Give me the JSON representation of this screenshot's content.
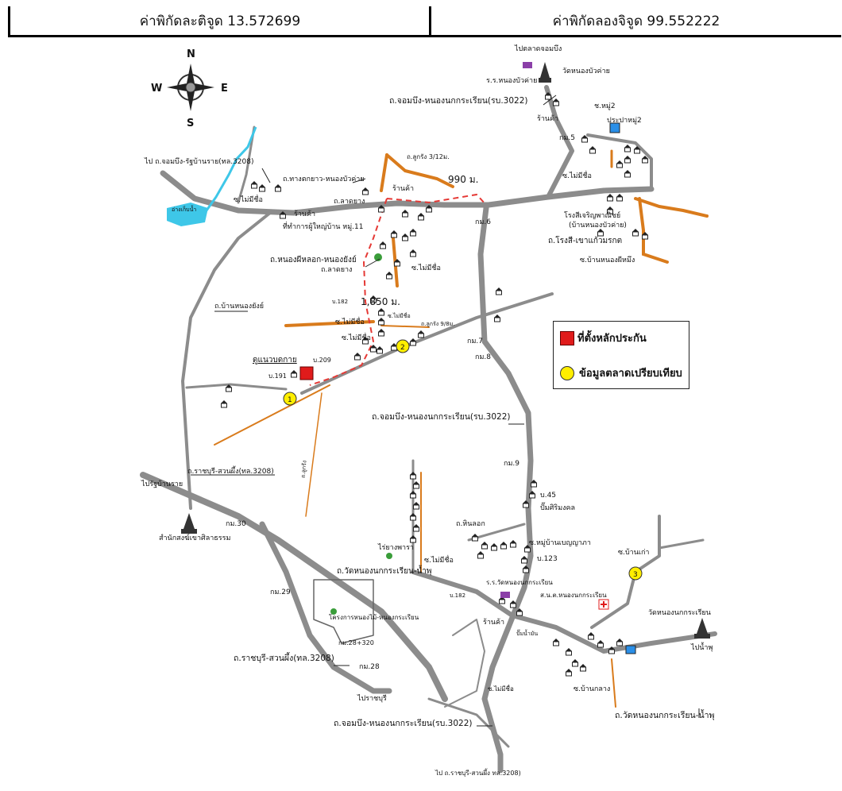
{
  "header": {
    "latitude": "ค่าพิกัดละติจูด 13.572699",
    "longitude": "ค่าพิกัดลองจิจูด 99.552222"
  },
  "compass": {
    "n": "N",
    "s": "S",
    "e": "E",
    "w": "W"
  },
  "labels": {
    "to_market_jombueng": "ไปตลาดจอมบึง",
    "school_nong_bua_khai": "ร.ร.หนองบัวค่าย",
    "wat_nong_bua_khai": "วัดหนองบัวค่าย",
    "road_3022_top": "ถ.จอมบึง-หนองนกกระเรียน(รบ.3022)",
    "shop_top_right": "ร้านค้า",
    "health_moo2": "ช.หมู่2",
    "water_moo2": "ประปาหมู่2",
    "km5": "กม.5",
    "road_3208_left": "ไป ถ.จอมบึง-รัฐบ้านราย(ทล.3208)",
    "road_tang_kok_sao": "ถ.ทางตกยาว-หนองบัวค่าย",
    "road_lukrang": "ถ.ลูกรัง 3/12ม.",
    "distance_990": "990 ม.",
    "shop_a": "ร้านค้า",
    "soi_mai_mi_chue_1": "ซ.ไม่มีชื่อ",
    "road_lad_yang_1": "ถ.ลาดยาง",
    "shop_b": "ร้านค้า",
    "village_head_office": "ที่ทำการผู้ใหญ่บ้าน หมู่.11",
    "reservoir": "อ่างเก็บน้ำ",
    "km6": "กม.6",
    "factory": "โรงสีเจริญพาณิชย์",
    "factory_sub": "(บ้านหนองบัวค่าย)",
    "road_rongsi": "ถ.โรงสี-เขาแก้วมรกต",
    "soi_nong_phi": "ซ.บ้านหนองผีหมึง",
    "soi_mai_mi_chue_2": "ซ.ไม่มีชื่อ",
    "road_nong_pho": "ถ.หนองผีหลอก-หนองยังย์",
    "road_lad_yang_2": "ถ.ลาดยาง",
    "soi_mai_mi_chue_3": "ซ.ไม่มีชื่อ",
    "house_182": "บ.182",
    "distance_1850": "1,850 ม.",
    "soi_ban_nong_ong": "ถ.บ้านหนองยังย์",
    "soi_mai_mi_chue_4": "ซ.ไม่มีชื่อ",
    "soi_mai_mi_chue_5": "ซ.ไม่มีชื่อ",
    "soi_mai_mi_chue_6": "ซ.ไม่มีชื่อ",
    "road_lukrang_2": "ถ.ลูกรัง 9/8ม.",
    "km7": "กม.7",
    "km8": "กม.8",
    "house_191": "บ.191",
    "house_209": "บ.209",
    "collateral_label": "ดูแนวบดกาย",
    "road_3022_mid": "ถ.จอมบึง-หนองนกกระเรียน(รบ.3022)",
    "road_3208_mid": "ถ.ราชบุรี-สวนผึ้ง(ทล.3208)",
    "to_rat_ban": "ไปรัฐบ้านราย",
    "km9": "กม.9",
    "road_lukrang_3": "ถ.ลูกรัง",
    "temple_monastery": "สำนักสงฆ์เขาศิลาธรรม",
    "km30": "กม.30",
    "house_45": "บ.45",
    "mini_mart": "ปั๊มศิริมงคล",
    "road_hin_lad": "ถ.หินลอก",
    "soi_ban_benjaphat": "ซ.หมู่บ้านเบญญาภา",
    "house_123": "บ.123",
    "rubber_garden": "ไร่ยางพารา",
    "soi_mai_mi_chue_7": "ซ.ไม่มีชื่อ",
    "soi_ban_kao": "ซ.บ้านเก่า",
    "road_wat_left": "ถ.วัดหนองนกกระเรียน-น้ำพุ",
    "km29": "กม.29",
    "school_nong_nok": "ร.ร.วัดหนองนกกระเรียน",
    "sub_district": "ส.น.ต.หนองนกกระเรียน",
    "house_182b": "บ.182",
    "wat_nong_nok": "วัดหนองนกกระเรียน",
    "project": "โครงการหนองไม้-หนองกระเรียน",
    "shop_c": "ร้านค้า",
    "gas_station": "ปั๊มน้ำมัน",
    "km28_320": "กม.28+320",
    "road_3208_bottom": "ถ.ราชบุรี-สวนผึ้ง(ทล.3208)",
    "km28": "กม.28",
    "soi_mai_mi_chue_8": "ซ.ไม่มีชื่อ",
    "soi_ban_klang": "ซ.บ้านกลาง",
    "to_nam_phu": "ไปน้ำพุ",
    "to_ratchaburi": "ไปราชบุรี",
    "road_wat_right": "ถ.วัดหนองนกกระเรียน-น้ำพุ",
    "road_3022_bottom": "ถ.จอมบึง-หนองนกกระเรียน(รบ.3022)",
    "to_suan_phueng_bottom": "ไป ถ.ราชบุรี-สวนผึ้ง ทล.3208)"
  },
  "legend": {
    "collateral": "ที่ตั้งหลักประกัน",
    "market_data": "ข้อมูลตลาดเปรียบเทียบ"
  },
  "markers": {
    "m1": "1",
    "m2": "2",
    "m3": "3"
  },
  "colors": {
    "road_main": "#8c8c8c",
    "road_dirt": "#d97b1c",
    "route_dashed": "#e53935",
    "water": "#3ec7e8",
    "collateral": "#e01b1b",
    "market_marker": "#ffee00"
  }
}
